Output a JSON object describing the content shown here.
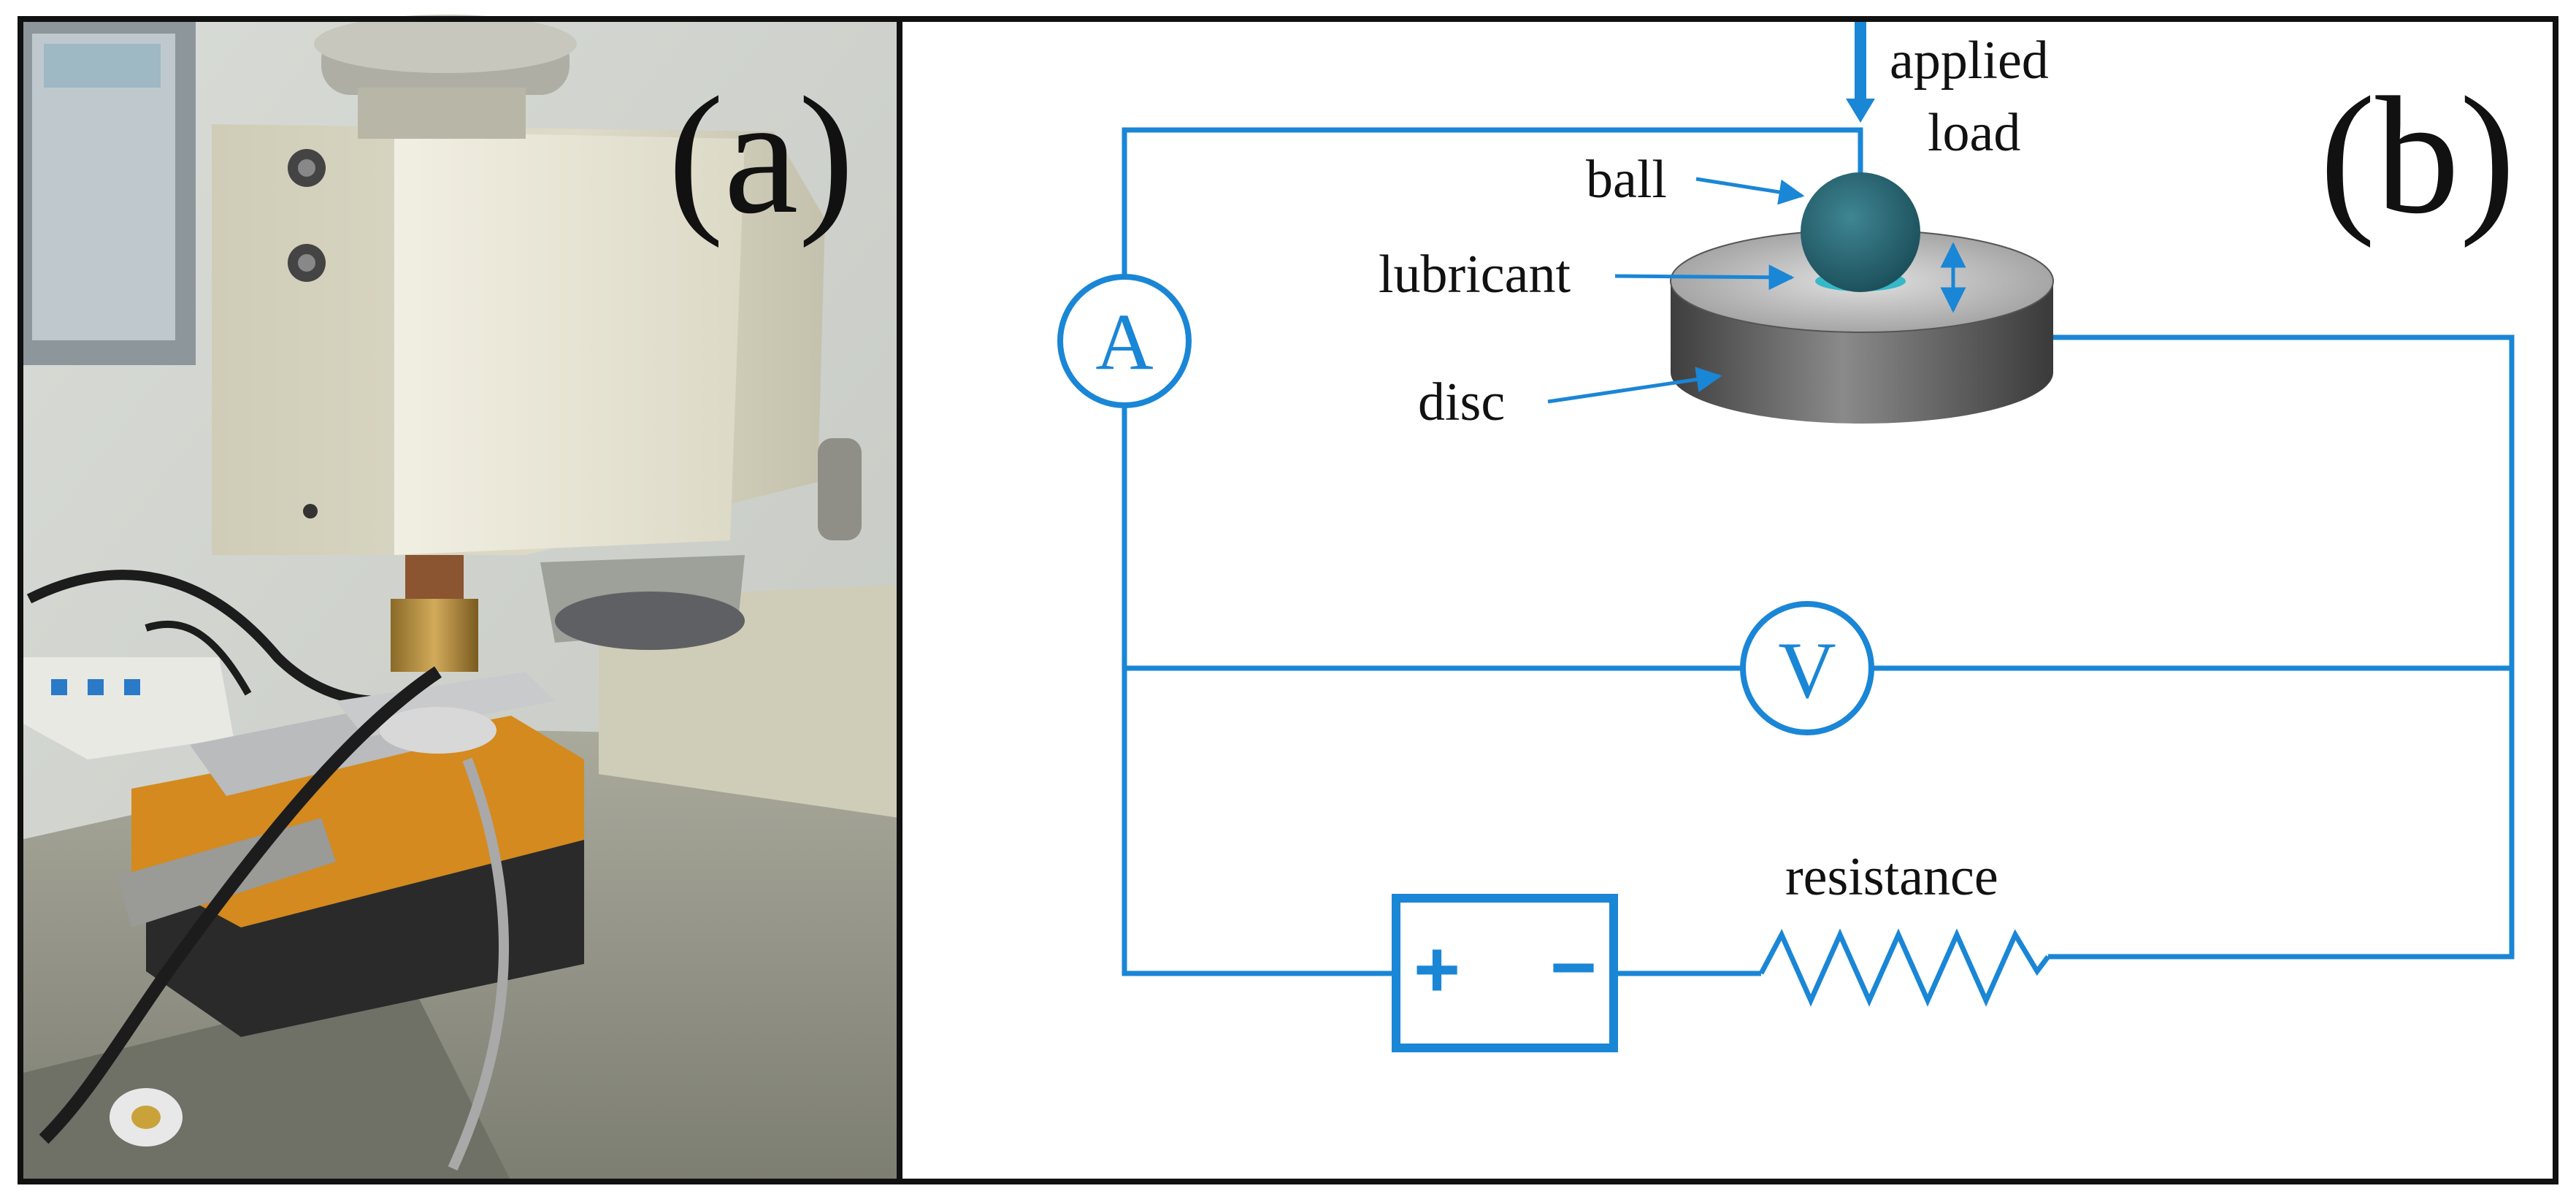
{
  "panels": {
    "a": {
      "label": "(a)"
    },
    "b": {
      "label": "(b)"
    }
  },
  "labels": {
    "applied_load_line1": "applied",
    "applied_load_line2": "load",
    "ball": "ball",
    "lubricant": "lubricant",
    "disc": "disc",
    "resistance": "resistance"
  },
  "meters": {
    "ammeter": "A",
    "voltmeter": "V"
  },
  "battery": {
    "plus": "+",
    "minus": "−"
  },
  "colors": {
    "wire": "#1a86d6",
    "ball": "#2a6a78",
    "disc": "#6a6a6a",
    "lubricant": "#36b8c8",
    "frame": "#111111"
  }
}
